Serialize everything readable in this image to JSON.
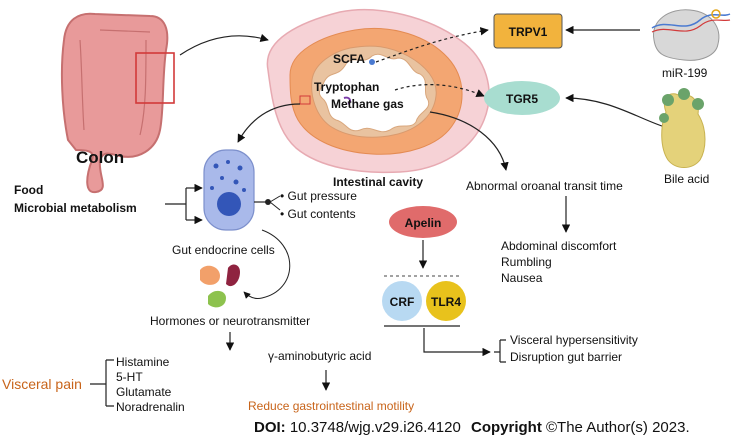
{
  "colon": {
    "label": "Colon"
  },
  "intestine": {
    "cavity_label": "Intestinal cavity",
    "scfa": "SCFA",
    "tryptophan": "Tryptophan",
    "methane": "Methane gas"
  },
  "receptors": {
    "trpv1": "TRPV1",
    "tgr5": "TGR5",
    "apelin": "Apelin",
    "crf": "CRF",
    "tlr4": "TLR4"
  },
  "sources": {
    "mir199": "miR-199",
    "bile_acid": "Bile acid"
  },
  "inputs": {
    "food": "Food",
    "microbial": "Microbial metabolism"
  },
  "stimuli": {
    "pressure": "Gut pressure",
    "contents": "Gut contents"
  },
  "cells": {
    "endocrine": "Gut endocrine cells",
    "hormones": "Hormones or neurotransmitter"
  },
  "transit": {
    "abnormal": "Abnormal oroanal transit time",
    "symptoms": [
      "Abdominal discomfort",
      "Rumbling",
      "Nausea"
    ]
  },
  "visceral_effects": [
    "Visceral hypersensitivity",
    "Disruption gut barrier"
  ],
  "pain": {
    "label": "Visceral pain",
    "mediators": [
      "Histamine",
      "5-HT",
      "Glutamate",
      "Noradrenalin"
    ]
  },
  "gaba": {
    "label": "γ-aminobutyric acid",
    "effect": "Reduce gastrointestinal motility"
  },
  "footer": {
    "doi_prefix": "DOI:",
    "doi": "10.3748/wjg.v29.i26.4120",
    "copyright_prefix": "Copyright",
    "copyright": "©The Author(s) 2023."
  },
  "colors": {
    "trpv1_fill": "#f2b33d",
    "tgr5_fill": "#a8ddd0",
    "apelin_fill": "#e06b6b",
    "crf_fill": "#b8d9f2",
    "tlr4_fill": "#e8c21c",
    "accent_orange": "#c8641a",
    "cell_fill": "#a9b9ea",
    "cell_nucleus": "#3356b8",
    "colon_fill": "#e89a9a"
  }
}
